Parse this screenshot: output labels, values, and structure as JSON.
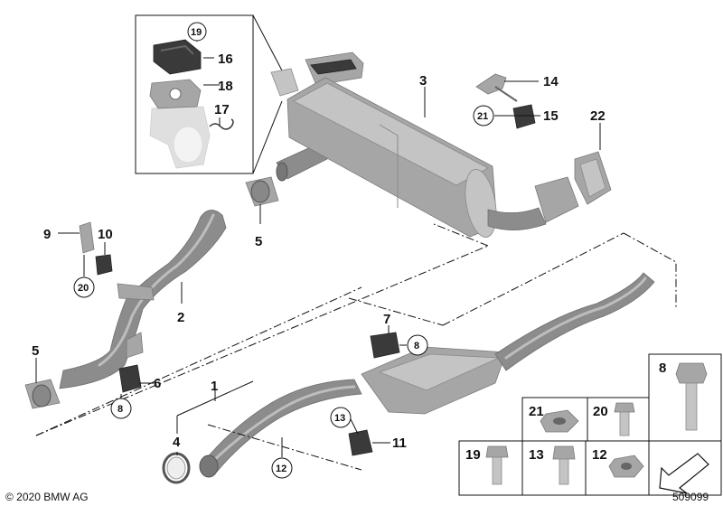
{
  "parts": {
    "p1": "1",
    "p2": "2",
    "p3": "3",
    "p4": "4",
    "p5a": "5",
    "p5b": "5",
    "p6": "6",
    "p7": "7",
    "p8a": "8",
    "p8b": "8",
    "p8c": "8",
    "p9": "9",
    "p10": "10",
    "p11": "11",
    "p12a": "12",
    "p12b": "12",
    "p13a": "13",
    "p13b": "13",
    "p14": "14",
    "p15": "15",
    "p16": "16",
    "p17": "17",
    "p18": "18",
    "p19a": "19",
    "p19b": "19",
    "p20a": "20",
    "p20b": "20",
    "p21a": "21",
    "p21b": "21",
    "p22": "22"
  },
  "footer": {
    "copyright": "© 2020 BMW AG",
    "diagram_number": "509099"
  },
  "icons": [
    "arrow-icon"
  ]
}
